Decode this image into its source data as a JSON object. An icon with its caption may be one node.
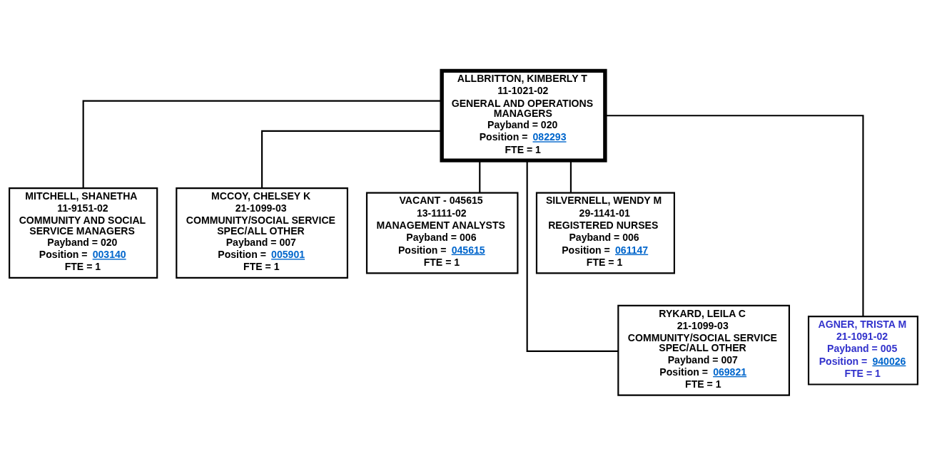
{
  "diagram": {
    "nodes": [
      {
        "text": [
          "ALLBRITTON, KIMBERLY T",
          "11-1021-02",
          "GENERAL AND OPERATIONS MANAGERS",
          "Payband = 020",
          "Position = 082293",
          "FTE = 1"
        ]
      },
      {
        "text": [
          "MITCHELL, SHANETHA",
          "11-9151-02",
          "COMMUNITY AND SOCIAL SERVICE MANAGERS",
          "Payband = 020",
          "Position = 003140",
          "FTE = 1"
        ]
      },
      {
        "text": [
          "MCCOY, CHELSEY K",
          "21-1099-03",
          "COMMUNITY/SOCIAL SERVICE SPEC/ALL OTHER",
          "Payband = 007",
          "Position = 005901",
          "FTE = 1"
        ]
      },
      {
        "text": [
          "VACANT - 045615",
          "13-1111-02",
          "MANAGEMENT ANALYSTS",
          "Payband = 006",
          "Position = 045615",
          "FTE = 1"
        ]
      },
      {
        "text": [
          "SILVERNELL, WENDY M",
          "29-1141-01",
          "REGISTERED NURSES",
          "Payband = 006",
          "Position = 061147",
          "FTE = 1"
        ]
      },
      {
        "text": [
          "RYKARD, LEILA C",
          "21-1099-03",
          "COMMUNITY/SOCIAL SERVICE SPEC/ALL OTHER",
          "Payband = 007",
          "Position = 069821",
          "FTE = 1"
        ]
      },
      {
        "text": [
          "AGNER, TRISTA M",
          "21-1091-02",
          "Payband = 005",
          "Position = 940026",
          "FTE = 1"
        ]
      }
    ],
    "edges": [
      {
        "from": 0,
        "to": 1,
        "arrow": "none"
      },
      {
        "from": 0,
        "to": 2,
        "arrow": "none"
      },
      {
        "from": 0,
        "to": 3,
        "arrow": "none"
      },
      {
        "from": 0,
        "to": 4,
        "arrow": "none"
      },
      {
        "from": 0,
        "to": 5,
        "arrow": "none"
      },
      {
        "from": 0,
        "to": 6,
        "arrow": "none"
      }
    ]
  }
}
